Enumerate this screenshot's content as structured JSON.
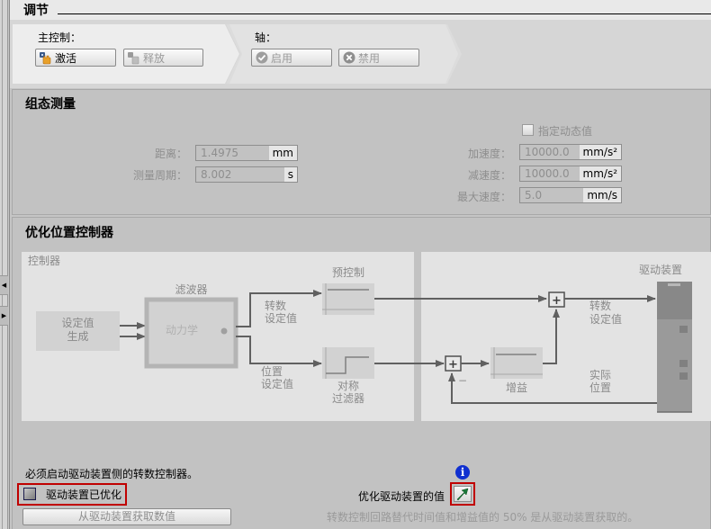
{
  "header": {
    "title": "调节"
  },
  "master_control": {
    "label": "主控制：",
    "activate_label": "激活",
    "release_label": "释放"
  },
  "axis": {
    "label": "轴：",
    "enable_label": "启用",
    "disable_label": "禁用"
  },
  "config_measure": {
    "title": "组态测量",
    "distance_label": "距离：",
    "distance_value": "1.4975",
    "distance_unit": "mm",
    "period_label": "测量周期：",
    "period_value": "8.002",
    "period_unit": "s",
    "dynamic_checkbox_label": "指定动态值",
    "accel_label": "加速度：",
    "accel_value": "10000.0",
    "accel_unit": "mm/s²",
    "decel_label": "减速度：",
    "decel_value": "10000.0",
    "decel_unit": "mm/s²",
    "maxvel_label": "最大速度：",
    "maxvel_value": "5.0",
    "maxvel_unit": "mm/s"
  },
  "optimize": {
    "title": "优化位置控制器",
    "diagram": {
      "controller_label": "控制器",
      "setpoint_gen": [
        "设定值",
        "生成"
      ],
      "filter_label": "滤波器",
      "dynamics_label": "动力学",
      "speed_setpoint": [
        "转数",
        "设定值"
      ],
      "position_setpoint": [
        "位置",
        "设定值"
      ],
      "precontrol_label": "预控制",
      "sym_filter": [
        "对称",
        "过滤器"
      ],
      "drive_label": "驱动装置",
      "gain_label": "增益",
      "speed_setpoint_right": [
        "转数",
        "设定值"
      ],
      "actual_position": [
        "实际",
        "位置"
      ],
      "minus_sign": "−",
      "plus_sign": "+"
    },
    "note": "必须启动驱动装置侧的转数控制器。",
    "drive_optimized_label": "驱动装置已优化",
    "get_values_button": "从驱动装置获取数值",
    "optimize_drive_label": "优化驱动装置的值",
    "info_text": "转数控制回路替代时间值和增益值的 50% 是从驱动装置获取的。"
  }
}
